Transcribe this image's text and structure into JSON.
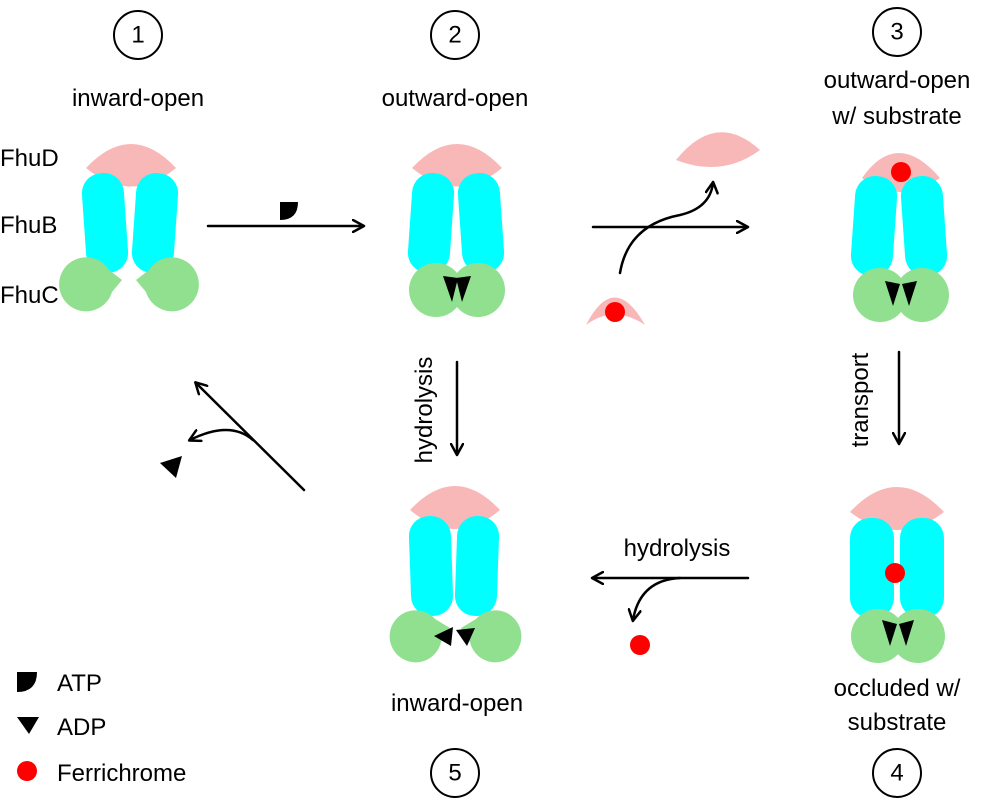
{
  "colors": {
    "fhud": "#f9b8b8",
    "fhub": "#00ffff",
    "fhuc": "#90e090",
    "nucleotide": "#000000",
    "ferrichrome": "#ff0000"
  },
  "steps": [
    {
      "number": "1",
      "label": [
        "inward-open"
      ]
    },
    {
      "number": "2",
      "label": [
        "outward-open"
      ]
    },
    {
      "number": "3",
      "label": [
        "outward-open",
        "w/ substrate"
      ]
    },
    {
      "number": "4",
      "label": [
        "occluded w/",
        "substrate"
      ]
    },
    {
      "number": "5",
      "label": [
        "inward-open"
      ]
    }
  ],
  "components": {
    "fhud": "FhuD",
    "fhub": "FhuB",
    "fhuc": "FhuC"
  },
  "transitions": {
    "hydrolysis_2_5": "hydrolysis",
    "transport_3_4": "transport",
    "hydrolysis_4_5": "hydrolysis"
  },
  "legend": {
    "atp": "ATP",
    "adp": "ADP",
    "ferrichrome": "Ferrichrome"
  }
}
